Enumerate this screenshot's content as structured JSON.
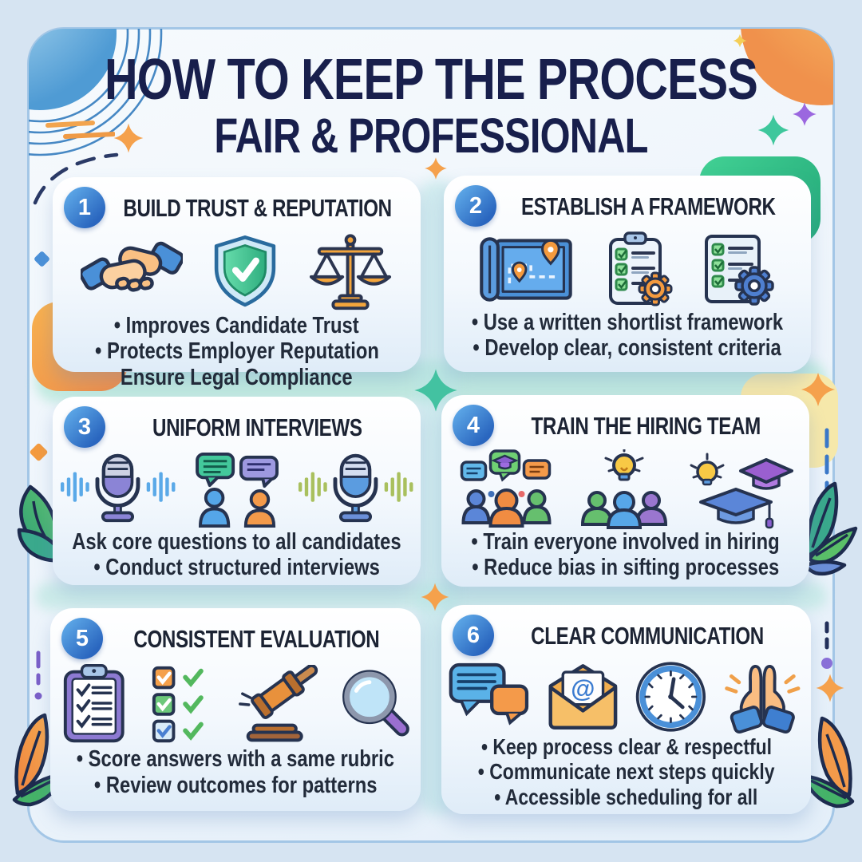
{
  "page": {
    "title_line1": "HOW TO KEEP THE PROCESS",
    "title_line2": "FAIR & PROFESSIONAL"
  },
  "glyphs": {
    "email_at": "@"
  },
  "colors": {
    "background": "#d6e4f2",
    "panel": "#edf4fb",
    "panel_border": "#a3c6e6",
    "title_text": "#181f4c",
    "card_text": "#222b3a",
    "badge_blue": "#2f6fc4",
    "accent_teal": "#43c2a1",
    "accent_orange": "#f5a14c",
    "accent_green": "#3ec79c",
    "accent_purple": "#9b67df"
  },
  "cards": [
    {
      "number": "1",
      "title": "BUILD TRUST & REPUTATION",
      "icons": [
        "handshake-icon",
        "shield-check-icon",
        "scales-of-justice-icon"
      ],
      "bullets": [
        "• Improves Candidate Trust",
        "• Protects Employer Reputation",
        "Ensure Legal Compliance"
      ]
    },
    {
      "number": "2",
      "title": "ESTABLISH A FRAMEWORK",
      "icons": [
        "blueprint-map-icon",
        "checklist-orange-gear-icon",
        "checklist-blue-gear-icon"
      ],
      "bullets": [
        "• Use a written shortlist framework",
        "• Develop clear, consistent criteria"
      ]
    },
    {
      "number": "3",
      "title": "UNIFORM INTERVIEWS",
      "icons": [
        "microphone-waves-purple-icon",
        "interview-chat-people-icon",
        "microphone-waves-blue-icon"
      ],
      "bullets": [
        "Ask core questions to all candidates",
        "• Conduct structured interviews"
      ]
    },
    {
      "number": "4",
      "title": "TRAIN THE HIRING TEAM",
      "icons": [
        "team-speech-bubbles-icon",
        "team-idea-icon",
        "lightbulb-grad-caps-icon"
      ],
      "bullets": [
        "• Train everyone involved in hiring",
        "• Reduce bias in sifting processes"
      ]
    },
    {
      "number": "5",
      "title": "CONSISTENT EVALUATION",
      "icons": [
        "clipboard-checklist-icon",
        "checkboxes-icon",
        "gavel-icon",
        "magnifier-icon"
      ],
      "bullets": [
        "• Score answers with a same rubric",
        "• Review outcomes for patterns"
      ]
    },
    {
      "number": "6",
      "title": "CLEAR COMMUNICATION",
      "icons": [
        "chat-bubbles-icon",
        "email-at-icon",
        "clock-icon",
        "praying-hands-icon"
      ],
      "bullets": [
        "• Keep process clear & respectful",
        "• Communicate next steps quickly",
        "• Accessible scheduling for all"
      ]
    }
  ]
}
